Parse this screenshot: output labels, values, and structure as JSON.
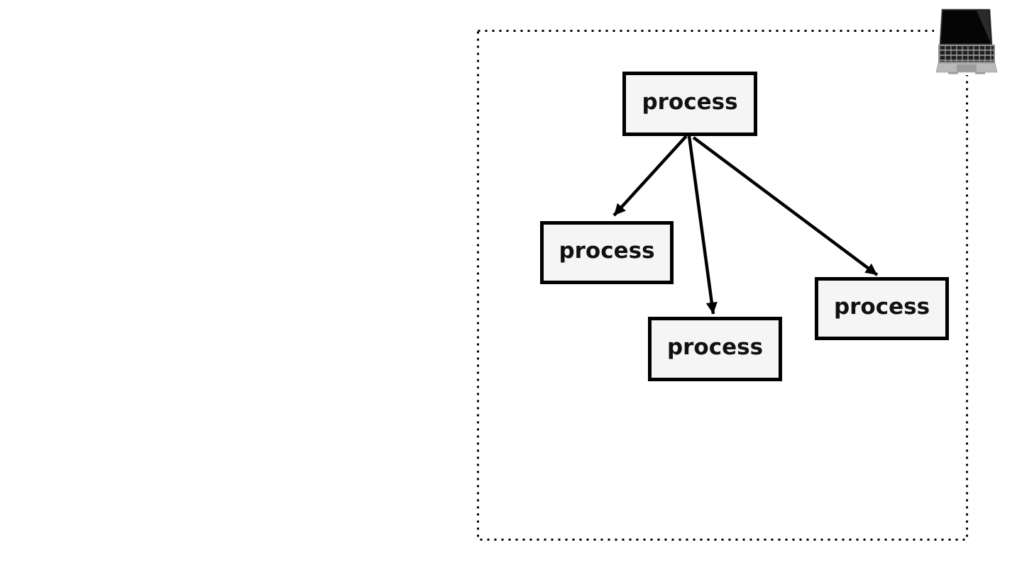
{
  "diagram": {
    "background_color": "#ffffff",
    "node_style": {
      "fill_color": "#f5f5f5",
      "border_color": "#000000",
      "text_color": "#111111"
    },
    "boundary": {
      "style": "dotted",
      "color": "#000000"
    },
    "nodes": [
      {
        "id": "parent",
        "label": "process"
      },
      {
        "id": "child-left",
        "label": "process"
      },
      {
        "id": "child-middle",
        "label": "process"
      },
      {
        "id": "child-right",
        "label": "process"
      }
    ],
    "edges": [
      {
        "from": "parent",
        "to": "child-left"
      },
      {
        "from": "parent",
        "to": "child-middle"
      },
      {
        "from": "parent",
        "to": "child-right"
      }
    ],
    "icons": [
      {
        "name": "laptop-icon",
        "position": "top-right-corner-of-boundary"
      }
    ]
  }
}
